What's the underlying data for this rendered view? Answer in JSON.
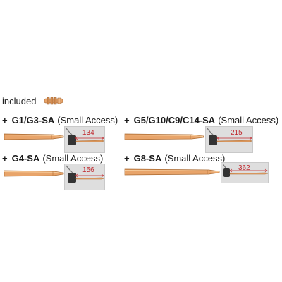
{
  "included": {
    "label": "included",
    "part_icon": "collet-body-icon"
  },
  "variants": [
    {
      "id": "g1",
      "prefix": "+",
      "code": "G1/G3-SA",
      "note": "(Small Access)",
      "dimension": "134",
      "icon": "torch-tube-icon"
    },
    {
      "id": "g5",
      "prefix": "+",
      "code": "G5/G10/C9/C14-SA",
      "note": "(Small Access)",
      "dimension": "215",
      "icon": "torch-tube-icon"
    },
    {
      "id": "g4",
      "prefix": "+",
      "code": "G4-SA",
      "note": "(Small Access)",
      "dimension": "156",
      "icon": "torch-tube-icon"
    },
    {
      "id": "g8",
      "prefix": "+",
      "code": "G8-SA",
      "note": "(Small Access)",
      "dimension": "362",
      "icon": "torch-tube-icon"
    }
  ],
  "colors": {
    "copper": "#e8a46a",
    "copper_dark": "#b9743d",
    "copper_light": "#f6cc9c",
    "dimension_red": "#c0282d",
    "inset_bg": "#dedede"
  }
}
